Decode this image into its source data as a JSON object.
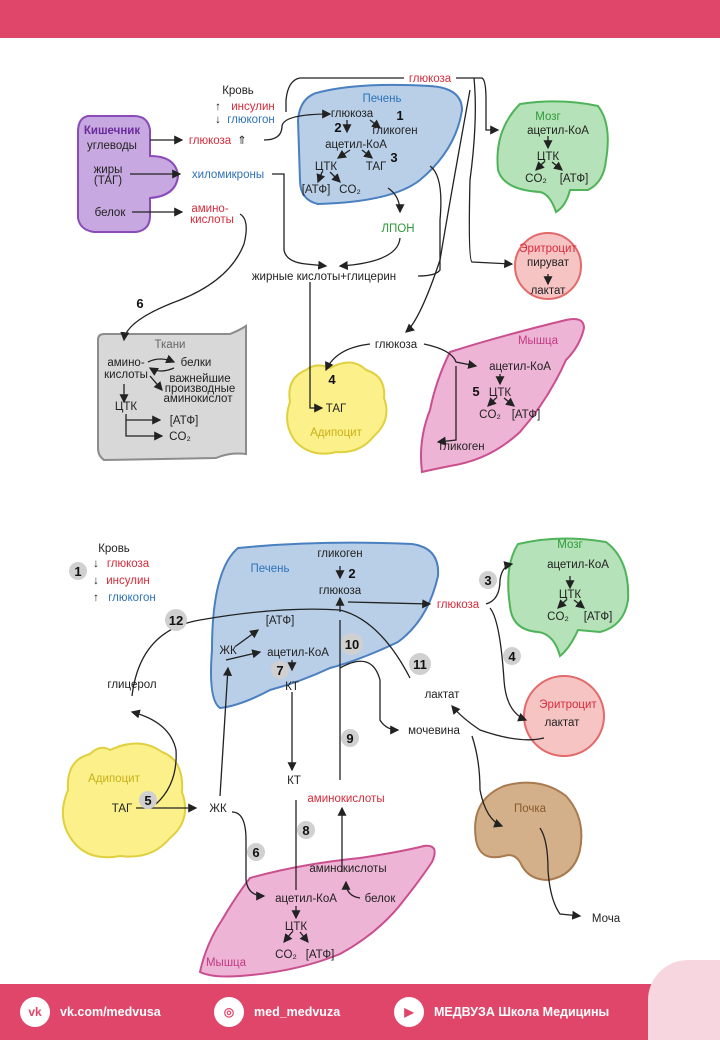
{
  "top": {
    "blood": "Кровь",
    "insulin": "инсулин",
    "glucagon": "глюкогон",
    "gut": "Кишечник",
    "carbs": "углеводы",
    "fats1": "жиры",
    "fats2": "(ТАГ)",
    "protein": "белок",
    "glucose_in": "глюкоза",
    "chylo": "хиломикроны",
    "aa1": "амино-",
    "aa2": "кислоты",
    "glucose_top": "глюкоза",
    "liver": "Печень",
    "lglu": "глюкоза",
    "lglyc": "гликоген",
    "lacoa": "ацетил-КоА",
    "ltck": "ЦТК",
    "ltag": "ТАГ",
    "latp": "[АТФ]",
    "lco2": "CO₂",
    "lpon": "ЛПОН",
    "fa": "жирные кислоты+глицерин",
    "brain": "Мозг",
    "bacoa": "ацетил-КоА",
    "btck": "ЦТК",
    "bco2": "CO₂",
    "batp": "[АТФ]",
    "ery": "Эритроцит",
    "epyr": "пируват",
    "elac": "лактат",
    "tissues": "Ткани",
    "taa1": "амино-",
    "taa2": "кислоты",
    "tprot": "белки",
    "tder1": "важнейшие",
    "tder2": "производные",
    "tder3": "аминокислот",
    "ttck": "ЦТК",
    "tatp": "[АТФ]",
    "tco2": "CO₂",
    "muscle": "Мышца",
    "mglu": "глюкоза",
    "macoa": "ацетил-КоА",
    "mtck": "ЦТК",
    "mco2": "CO₂",
    "matp": "[АТФ]",
    "mglyc": "гликоген",
    "adipo": "Адипоцит",
    "atag": "ТАГ",
    "n1": "1",
    "n2": "2",
    "n3": "3",
    "n4": "4",
    "n5": "5",
    "n6": "6"
  },
  "bottom": {
    "blood": "Кровь",
    "glucose": "глюкоза",
    "insulin": "инсулин",
    "glucagon": "глюкогон",
    "liver": "Печень",
    "lglyc": "гликоген",
    "lglu": "глюкоза",
    "latp": "[АТФ]",
    "ljk": "ЖК",
    "lacoa": "ацетил-КоА",
    "lkt": "КТ",
    "glycerol": "глицерол",
    "lactate": "лактат",
    "urea": "мочевина",
    "glu_out": "глюкоза",
    "brain": "Мозг",
    "bacoa": "ацетил-КоА",
    "btck": "ЦТК",
    "bco2": "CO₂",
    "batp": "[АТФ]",
    "ery": "Эритроцит",
    "elac": "лактат",
    "adipo": "Адипоцит",
    "atag": "ТАГ",
    "jk": "ЖК",
    "kt": "КТ",
    "aa_red": "аминокислоты",
    "kidney": "Почка",
    "urine": "Моча",
    "muscle": "Мышца",
    "maa": "аминокислоты",
    "macoa": "ацетил-КоА",
    "mprot": "белок",
    "mtck": "ЦТК",
    "mco2": "CO₂",
    "matp": "[АТФ]",
    "n1": "1",
    "n2": "2",
    "n3": "3",
    "n4": "4",
    "n5": "5",
    "n6": "6",
    "n7": "7",
    "n8": "8",
    "n9": "9",
    "n10": "10",
    "n11": "11",
    "n12": "12"
  },
  "footer": {
    "vk": "vk.com/medvusa",
    "insta": "med_medvuza",
    "yt": "МЕДВУЗА Школа Медицины"
  },
  "colors": {
    "accent": "#e0456a",
    "red_text": "#d62b3a",
    "blue_text": "#2e73b8",
    "green_text": "#2f9a3a"
  }
}
